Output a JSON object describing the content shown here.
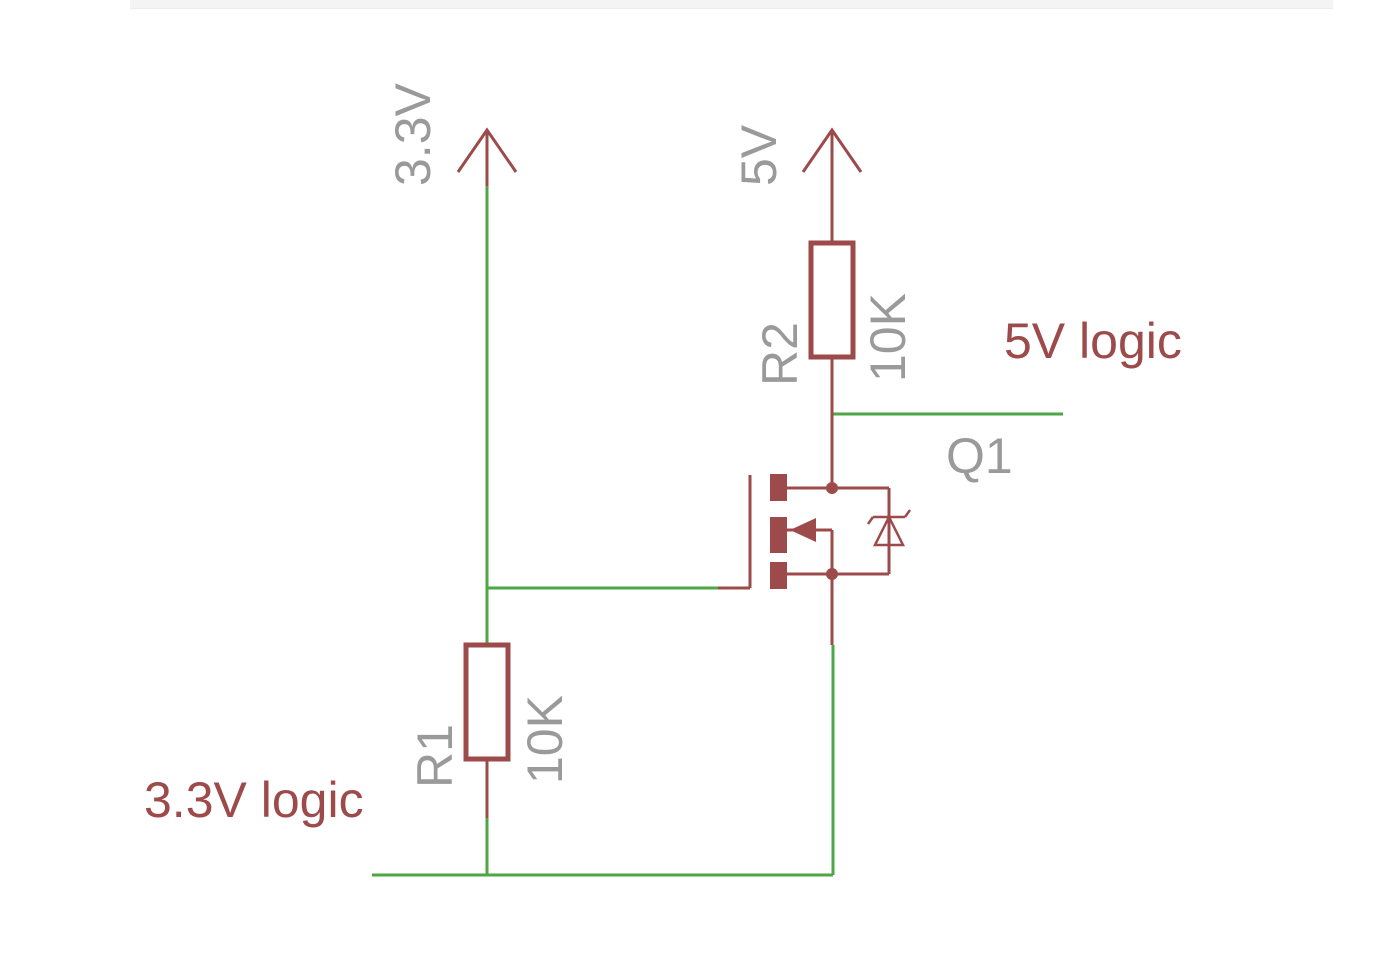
{
  "schematic": {
    "supply_low_label": "3.3V",
    "supply_high_label": "5V",
    "r1_name": "R1",
    "r1_value": "10K",
    "r2_name": "R2",
    "r2_value": "10K",
    "q1_name": "Q1",
    "low_side_label": "3.3V logic",
    "high_side_label": "5V logic",
    "colors": {
      "wire": "#4ea644",
      "component": "#9c4a4a",
      "part_label": "#9a9a9a"
    }
  }
}
